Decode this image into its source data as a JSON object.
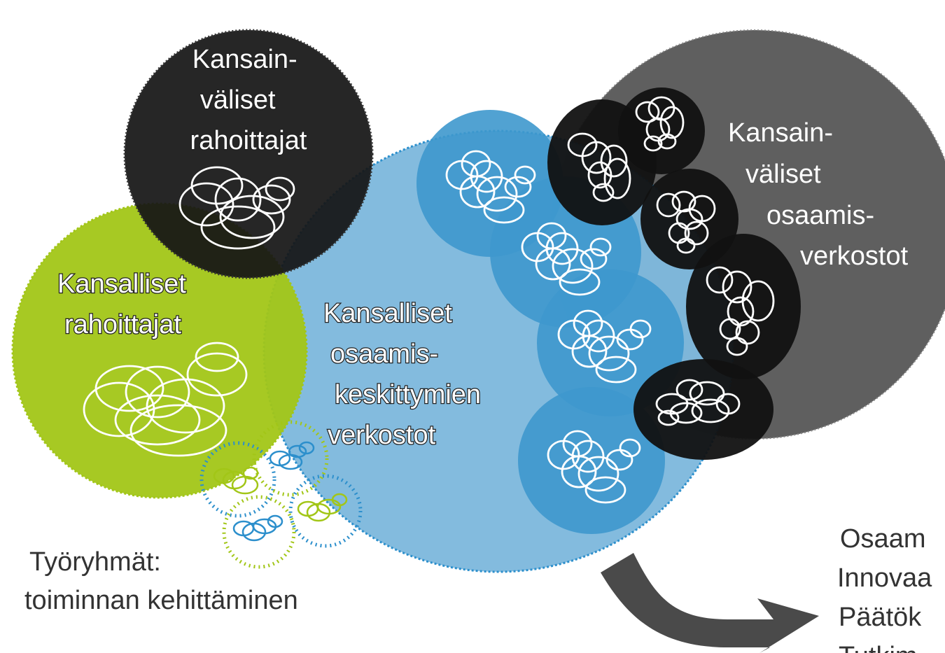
{
  "labels": {
    "international_funders": [
      "Kansain-",
      "väliset",
      "rahoittajat"
    ],
    "national_funders": [
      "Kansalliset",
      "rahoittajat"
    ],
    "national_networks": [
      "Kansalliset",
      "osaamis-",
      "keskittymien",
      "verkostot"
    ],
    "international_networks": [
      "Kansain-",
      "väliset",
      "osaamis-",
      "verkostot"
    ],
    "working_groups": [
      "Työryhmät:",
      "toiminnan kehittäminen"
    ],
    "outcomes": [
      "Osaam",
      "Innovaa",
      "Päätök",
      "Tutkim"
    ]
  },
  "colors": {
    "black_circle": "#151515",
    "gray_circle": "#5f5f5f",
    "green_circle": "#a2c617",
    "light_blue": "#7fb9dd",
    "mid_blue": "#3e98cd",
    "ring_blue": "#2c8fcc",
    "ring_green": "#a2c617",
    "arrow": "#4a4a4a"
  }
}
